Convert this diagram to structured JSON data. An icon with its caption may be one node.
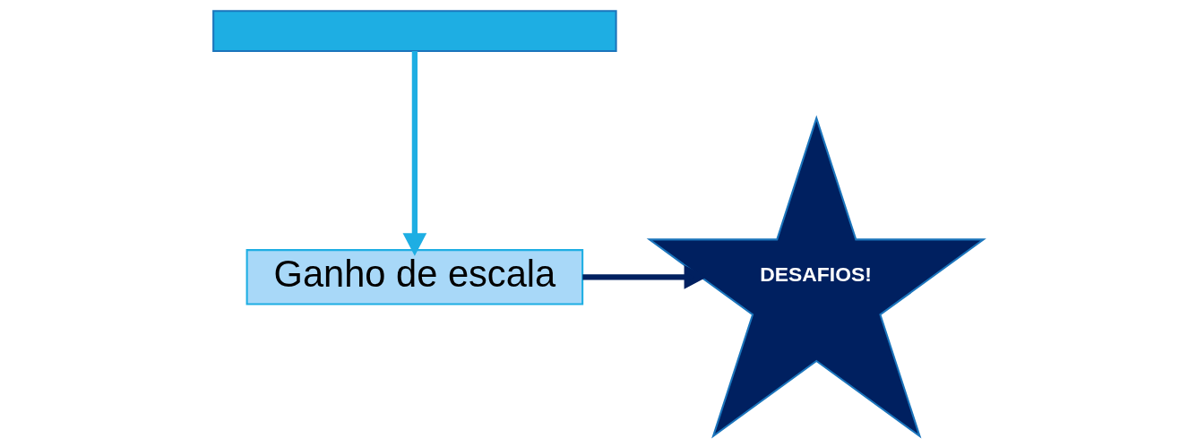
{
  "diagram": {
    "nodes": [
      {
        "text": [],
        "shape": "box"
      },
      {
        "text": [
          "Ganho de escala"
        ]
      },
      {
        "text": [
          "DESAFIOS!"
        ]
      }
    ],
    "edges": [
      {
        "from": 0,
        "to": 1,
        "arrow": "to",
        "color": "#1eaee3"
      },
      {
        "from": 1,
        "to": 2,
        "arrow": "to",
        "color": "#002060"
      }
    ]
  }
}
